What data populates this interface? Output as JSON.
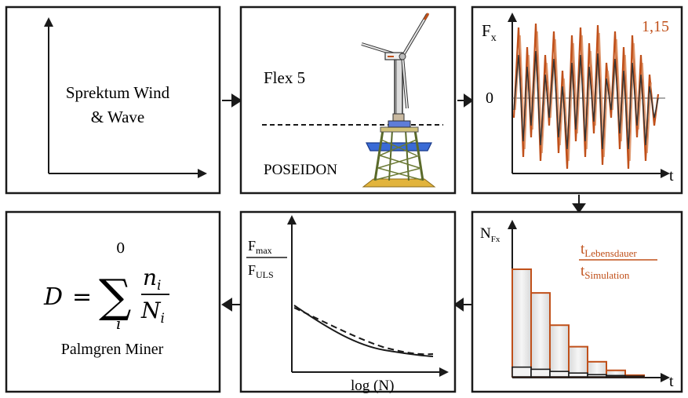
{
  "boxes": {
    "spectrum": {
      "label_line1": "Sprektum Wind",
      "label_line2": "& Wave"
    },
    "simulation": {
      "tool_top": "Flex 5",
      "tool_bottom": "POSEIDON"
    },
    "time_series": {
      "y_label": "F",
      "y_sub": "x",
      "zero_label": "0",
      "x_label": "t",
      "factor": "1,15"
    },
    "histogram": {
      "y_label": "N",
      "y_sub": "Fx",
      "ratio_num": "t",
      "ratio_num_sub": "Lebensdauer",
      "ratio_den": "t",
      "ratio_den_sub": "Simulation",
      "x_label": "t",
      "bars": [
        1.0,
        0.78,
        0.48,
        0.28,
        0.14,
        0.06,
        0.015
      ],
      "small_bars": [
        0.09,
        0.07,
        0.05,
        0.035,
        0.02,
        0.012,
        0.006
      ]
    },
    "sn_curve": {
      "num": "F",
      "num_sub": "max",
      "den": "F",
      "den_sub": "ULS",
      "x_label": "log (N)"
    },
    "miner": {
      "lhs": "D",
      "sum_upper": "0",
      "sum_lower": "i",
      "frac_num": "n",
      "frac_num_sub": "i",
      "frac_den": "N",
      "frac_den_sub": "i",
      "caption": "Palmgren Miner"
    }
  },
  "colors": {
    "frame": "#1a1a1a",
    "accent": "#c0501a",
    "bar_fill": "#e9e9e9"
  }
}
